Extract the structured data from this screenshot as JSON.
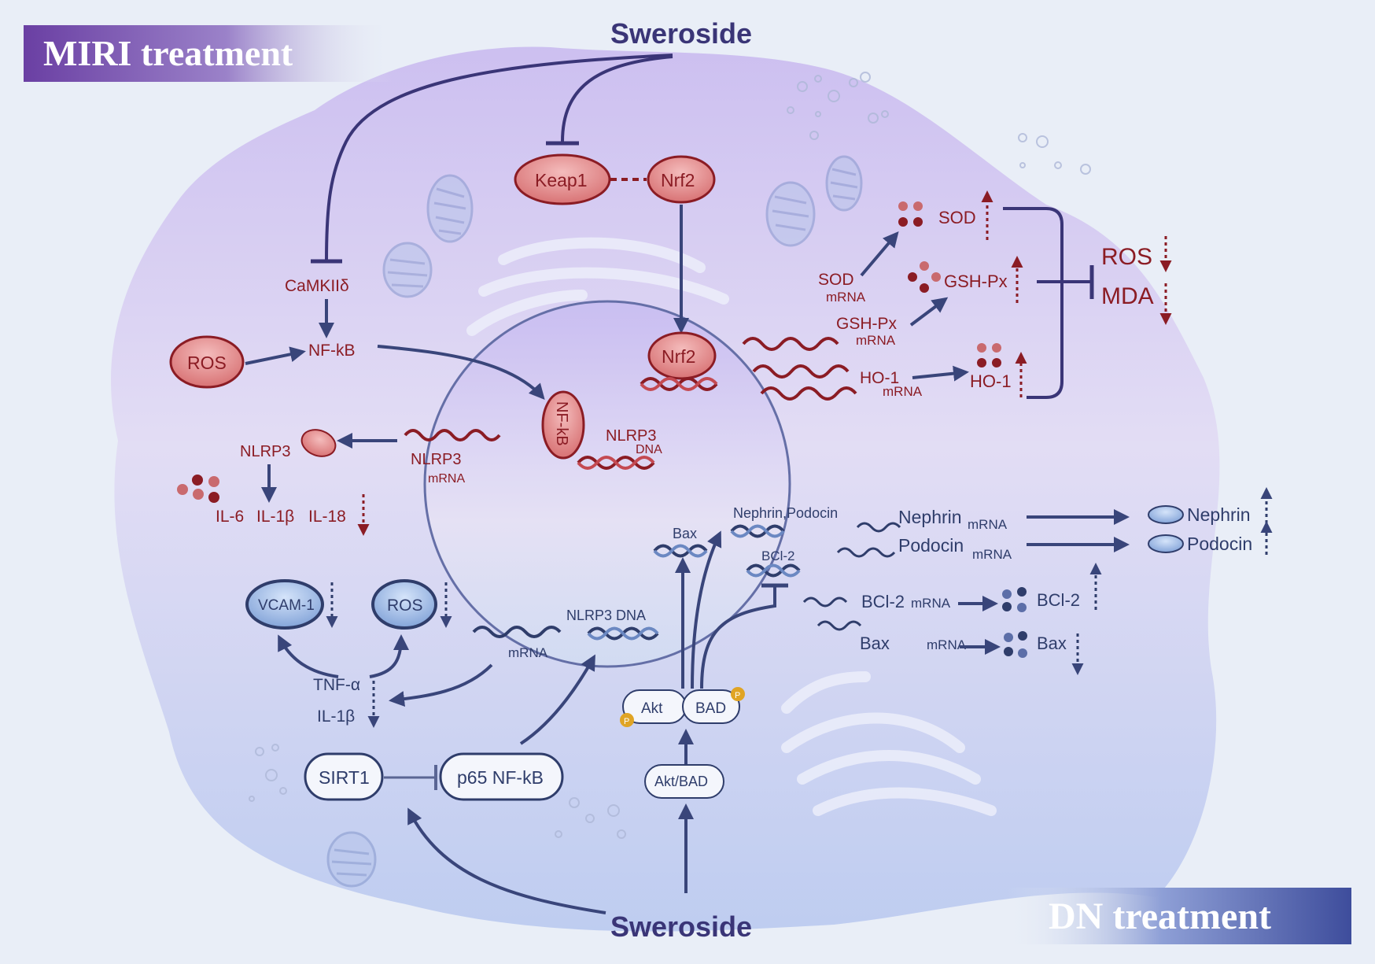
{
  "titles": {
    "miri": "MIRI treatment",
    "dn": "DN treatment"
  },
  "sweroside_top": "Sweroside",
  "sweroside_bottom": "Sweroside",
  "miri": {
    "keap1": "Keap1",
    "nrf2": "Nrf2",
    "nrf2_nucleus": "Nrf2",
    "camk": "CaMKIIδ",
    "nfkb": "NF-kB",
    "ros": "ROS",
    "nfkb_nucleus": "NF-kB",
    "nlrp3": "NLRP3",
    "nlrp3_mrna_1": "NLRP3",
    "nlrp3_mrna_2": "mRNA",
    "nlrp3_dna_1": "NLRP3",
    "nlrp3_dna_2": "DNA",
    "il6": "IL-6",
    "il1b": "IL-1β",
    "il18": "IL-18",
    "sod_mrna_1": "SOD",
    "sod_mrna_2": "mRNA",
    "gshpx_mrna_1": "GSH-Px",
    "gshpx_mrna_2": "mRNA",
    "ho1_mrna_1": "HO-1",
    "ho1_mrna_2": "mRNA",
    "sod": "SOD",
    "gshpx": "GSH-Px",
    "ho1": "HO-1",
    "ros_out": "ROS",
    "mda_out": "MDA"
  },
  "dn": {
    "vcam": "VCAM-1",
    "ros": "ROS",
    "tnfa": "TNF-α",
    "il1b": "IL-1β",
    "mrna": "mRNA",
    "nlrp3_dna": "NLRP3 DNA",
    "sirt1": "SIRT1",
    "p65": "p65 NF-kB",
    "akt": "Akt",
    "bad": "BAD",
    "aktbad": "Akt/BAD",
    "bax_dna": "Bax",
    "nephpod_dna": "Nephrin,Podocin",
    "bcl2_dna": "BCl-2",
    "nephrin_mrna_1": "Nephrin",
    "nephrin_mrna_2": "mRNA",
    "podocin_mrna_1": "Podocin",
    "podocin_mrna_2": "mRNA",
    "bcl2_mrna_1": "BCl-2",
    "bcl2_mrna_2": "mRNA",
    "bax_mrna_1": "Bax",
    "bax_mrna_2": "mRNA",
    "bcl2": "BCl-2",
    "bax": "Bax",
    "nephrin": "Nephrin",
    "podocin": "Podocin",
    "p": "P"
  },
  "colors": {
    "background": "#e9eef7",
    "miri_red": "#8b1c24",
    "dn_blue": "#2f3d6b",
    "inhibit_purple": "#3a3577",
    "title_purple": "#6c4ba8",
    "title_blue": "#3f4f9a"
  }
}
